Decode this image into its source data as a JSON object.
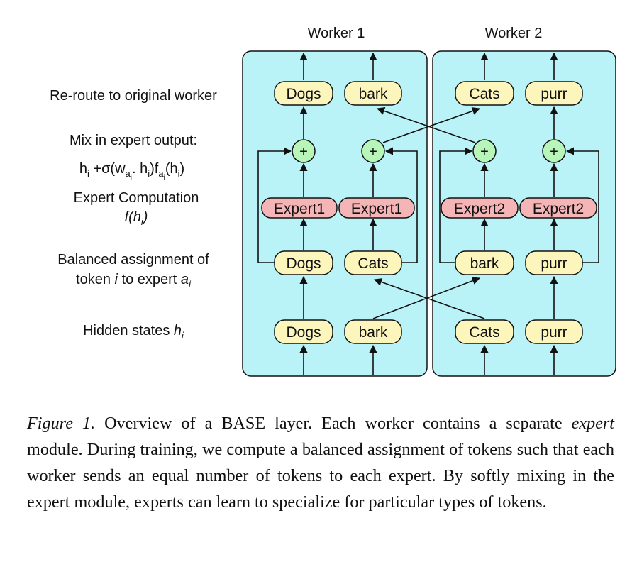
{
  "workers": [
    "Worker 1",
    "Worker 2"
  ],
  "left_labels": {
    "reroute": "Re-route to original worker",
    "mix_line1": "Mix in expert output:",
    "expert_line1": "Expert Computation",
    "balanced_line1": "Balanced assignment of",
    "hidden": "Hidden states"
  },
  "tokens": {
    "top": [
      "Dogs",
      "bark",
      "Cats",
      "purr"
    ],
    "assigned": [
      "Dogs",
      "Cats",
      "bark",
      "purr"
    ],
    "bottom": [
      "Dogs",
      "bark",
      "Cats",
      "purr"
    ]
  },
  "experts": [
    "Expert1",
    "Expert1",
    "Expert2",
    "Expert2"
  ],
  "plus_symbol": "+",
  "caption": {
    "figure_label": "Figure 1.",
    "part1": " Overview of a BASE layer.  Each worker contains a separate ",
    "expert_word": "expert",
    "part2": " module. During training, we compute a balanced assignment of tokens such that each worker sends an equal number of tokens to each expert. By softly mixing in the expert module, experts can learn to specialize for particular types of tokens."
  },
  "colors": {
    "worker_fill": "#b9f3f7",
    "token_fill": "#fcf6bd",
    "expert_fill": "#f5b5b6",
    "plus_fill": "#b7f5b9",
    "stroke": "#111111"
  }
}
